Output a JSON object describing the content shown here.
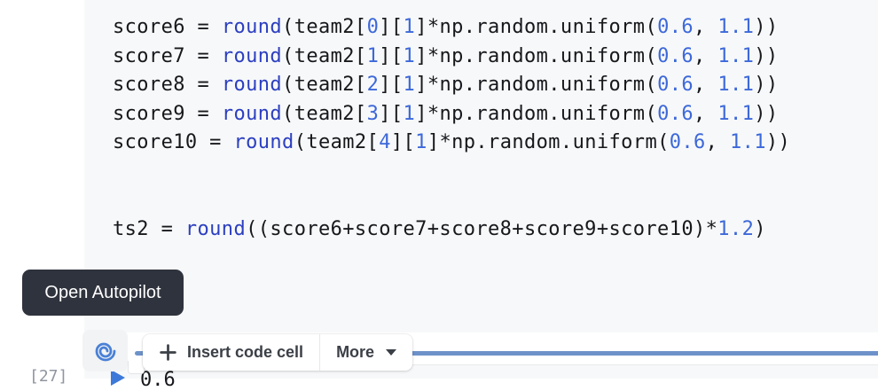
{
  "tooltip": {
    "label": "Open Autopilot"
  },
  "toolbar": {
    "insert_code_cell_label": "Insert code cell",
    "more_label": "More",
    "icons": {
      "autopilot": "spiral-icon",
      "insert": "plus-icon",
      "more": "caret-down-icon"
    }
  },
  "next_cell": {
    "execution_count": "[27]",
    "run_icon": "play-icon",
    "partial_code": "0.6"
  },
  "colors": {
    "cell_background": "#f7f8f9",
    "keyword": "#2c3fc0",
    "number": "#3c68da",
    "code_text": "#17181c",
    "tooltip_background": "#2f333d",
    "divider_blue": "#6d92c9",
    "spiral_blue": "#4a80d6",
    "play_blue": "#3c79d9"
  },
  "code": {
    "lines": [
      [
        [
          "p",
          "score6 = "
        ],
        [
          "k",
          "round"
        ],
        [
          "p",
          "(team2["
        ],
        [
          "n",
          "0"
        ],
        [
          "p",
          "]["
        ],
        [
          "n",
          "1"
        ],
        [
          "p",
          "]*np.random.uniform("
        ],
        [
          "n",
          "0.6"
        ],
        [
          "p",
          ", "
        ],
        [
          "n",
          "1.1"
        ],
        [
          "p",
          "))"
        ]
      ],
      [
        [
          "p",
          "score7 = "
        ],
        [
          "k",
          "round"
        ],
        [
          "p",
          "(team2["
        ],
        [
          "n",
          "1"
        ],
        [
          "p",
          "]["
        ],
        [
          "n",
          "1"
        ],
        [
          "p",
          "]*np.random.uniform("
        ],
        [
          "n",
          "0.6"
        ],
        [
          "p",
          ", "
        ],
        [
          "n",
          "1.1"
        ],
        [
          "p",
          "))"
        ]
      ],
      [
        [
          "p",
          "score8 = "
        ],
        [
          "k",
          "round"
        ],
        [
          "p",
          "(team2["
        ],
        [
          "n",
          "2"
        ],
        [
          "p",
          "]["
        ],
        [
          "n",
          "1"
        ],
        [
          "p",
          "]*np.random.uniform("
        ],
        [
          "n",
          "0.6"
        ],
        [
          "p",
          ", "
        ],
        [
          "n",
          "1.1"
        ],
        [
          "p",
          "))"
        ]
      ],
      [
        [
          "p",
          "score9 = "
        ],
        [
          "k",
          "round"
        ],
        [
          "p",
          "(team2["
        ],
        [
          "n",
          "3"
        ],
        [
          "p",
          "]["
        ],
        [
          "n",
          "1"
        ],
        [
          "p",
          "]*np.random.uniform("
        ],
        [
          "n",
          "0.6"
        ],
        [
          "p",
          ", "
        ],
        [
          "n",
          "1.1"
        ],
        [
          "p",
          "))"
        ]
      ],
      [
        [
          "p",
          "score10 = "
        ],
        [
          "k",
          "round"
        ],
        [
          "p",
          "(team2["
        ],
        [
          "n",
          "4"
        ],
        [
          "p",
          "]["
        ],
        [
          "n",
          "1"
        ],
        [
          "p",
          "]*np.random.uniform("
        ],
        [
          "n",
          "0.6"
        ],
        [
          "p",
          ", "
        ],
        [
          "n",
          "1.1"
        ],
        [
          "p",
          "))"
        ]
      ],
      [],
      [],
      [
        [
          "p",
          "ts2 = "
        ],
        [
          "k",
          "round"
        ],
        [
          "p",
          "((score6+score7+score8+score9+score10)*"
        ],
        [
          "n",
          "1.2"
        ],
        [
          "p",
          ")"
        ]
      ]
    ]
  }
}
